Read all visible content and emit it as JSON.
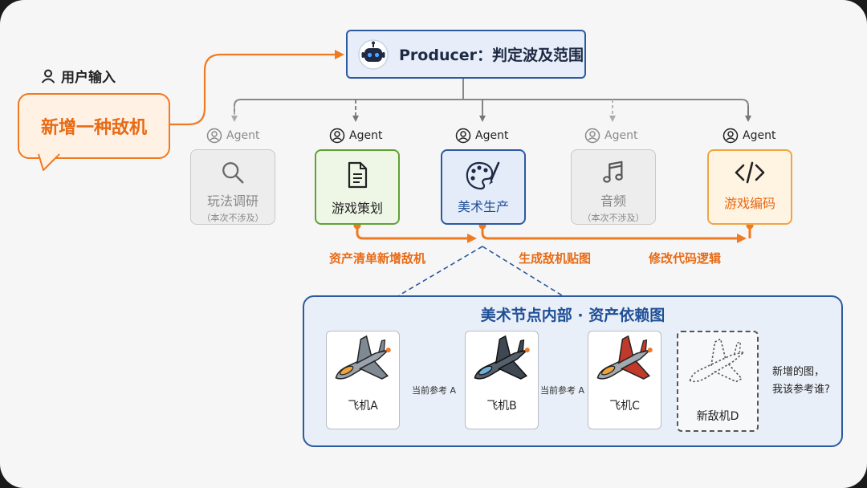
{
  "user": {
    "label": "用户输入",
    "message": "新增一种敌机",
    "icon": "user-icon"
  },
  "producer": {
    "label": "Producer：判定波及范围",
    "icon": "robot-icon"
  },
  "agents": [
    {
      "agent_label": "Agent",
      "name": "玩法调研",
      "note": "（本次不涉及）",
      "icon": "search-icon",
      "state": "inactive"
    },
    {
      "agent_label": "Agent",
      "name": "游戏策划",
      "note": "",
      "icon": "document-icon",
      "state": "active"
    },
    {
      "agent_label": "Agent",
      "name": "美术生产",
      "note": "",
      "icon": "palette-icon",
      "state": "active"
    },
    {
      "agent_label": "Agent",
      "name": "音频",
      "note": "（本次不涉及）",
      "icon": "music-icon",
      "state": "inactive"
    },
    {
      "agent_label": "Agent",
      "name": "游戏编码",
      "note": "",
      "icon": "code-icon",
      "state": "active"
    }
  ],
  "flow_labels": [
    "资产清单新增敌机",
    "生成敌机贴图",
    "修改代码逻辑"
  ],
  "art_section": {
    "title": "美术节点内部 · 资产依赖图",
    "planes": [
      {
        "name": "飞机A",
        "icon": "fighter-jet-icon"
      },
      {
        "name": "飞机B",
        "icon": "fighter-jet-icon"
      },
      {
        "name": "飞机C",
        "icon": "fighter-jet-icon"
      },
      {
        "name": "新敌机D",
        "icon": "plane-outline-icon"
      }
    ],
    "refs": [
      "当前参考 A",
      "当前参考 A"
    ],
    "question": [
      "新增的图，",
      "我该参考谁?"
    ]
  },
  "colors": {
    "orange": "#f07a22",
    "blue": "#2c5aa0",
    "green": "#5fa234",
    "gray": "#9a9a9a"
  }
}
